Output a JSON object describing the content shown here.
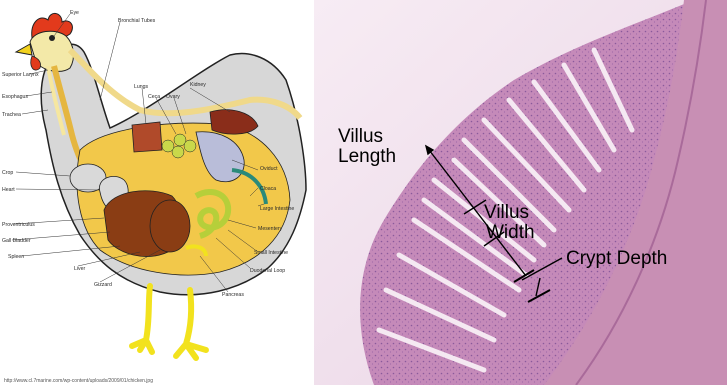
{
  "anatomy": {
    "labels": [
      {
        "id": "eye",
        "text": "Eye"
      },
      {
        "id": "bronchial",
        "text": "Bronchial Tubes"
      },
      {
        "id": "superior-larynx",
        "text": "Superior Larynx"
      },
      {
        "id": "lungs",
        "text": "Lungs"
      },
      {
        "id": "kidney",
        "text": "Kidney"
      },
      {
        "id": "esophagus",
        "text": "Esophagus"
      },
      {
        "id": "ceca",
        "text": "Ceca"
      },
      {
        "id": "ovary",
        "text": "Ovary"
      },
      {
        "id": "trachea",
        "text": "Trachea"
      },
      {
        "id": "oviduct",
        "text": "Oviduct"
      },
      {
        "id": "crop",
        "text": "Crop"
      },
      {
        "id": "heart",
        "text": "Heart"
      },
      {
        "id": "cloaca",
        "text": "Cloaca"
      },
      {
        "id": "large-intestine",
        "text": "Large Intestine"
      },
      {
        "id": "proventriculus",
        "text": "Proventriculus"
      },
      {
        "id": "mesentery",
        "text": "Mesentery"
      },
      {
        "id": "gall-bladder",
        "text": "Gall Bladder"
      },
      {
        "id": "spleen",
        "text": "Spleen"
      },
      {
        "id": "small-intestine",
        "text": "Small Intestine"
      },
      {
        "id": "liver",
        "text": "Liver"
      },
      {
        "id": "duodenal-loop",
        "text": "Duodenal Loop"
      },
      {
        "id": "gizzard",
        "text": "Gizzard"
      },
      {
        "id": "pancreas",
        "text": "Pancreas"
      }
    ],
    "source_url": "http://www.cl.7marine.com/wp-content/uploads/2009/01/chicken.jpg"
  },
  "histology": {
    "villus_length_line1": "Villus",
    "villus_length_line2": "Length",
    "villus_width_line1": "Villus",
    "villus_width_line2": "Width",
    "crypt_depth": "Crypt Depth"
  },
  "colors": {
    "tissue_pink": "#c58ab9",
    "tissue_dark": "#7b4a8e",
    "lumen": "#f2e4ef",
    "chicken_body": "#d4d4d4",
    "chicken_legs": "#f2e21e",
    "comb_red": "#e23a1c"
  }
}
